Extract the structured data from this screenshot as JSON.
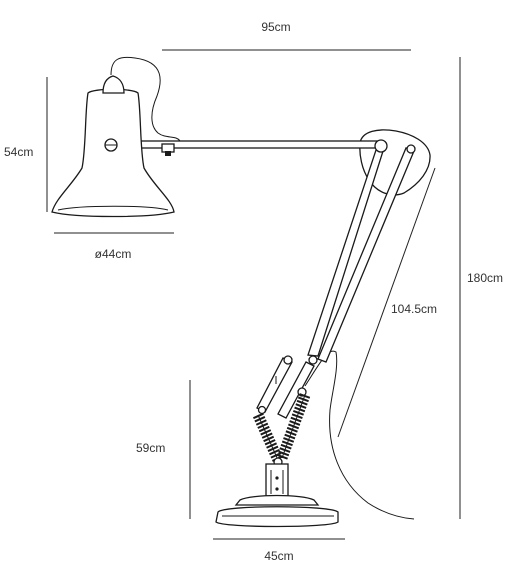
{
  "dimensions": {
    "top_width": "95cm",
    "shade_height": "54cm",
    "shade_diameter": "ø44cm",
    "total_height": "180cm",
    "arm_length": "104.5cm",
    "base_height": "59cm",
    "base_width": "45cm"
  },
  "colors": {
    "line": "#1a1a1a",
    "text": "#333333",
    "background": "#ffffff"
  }
}
